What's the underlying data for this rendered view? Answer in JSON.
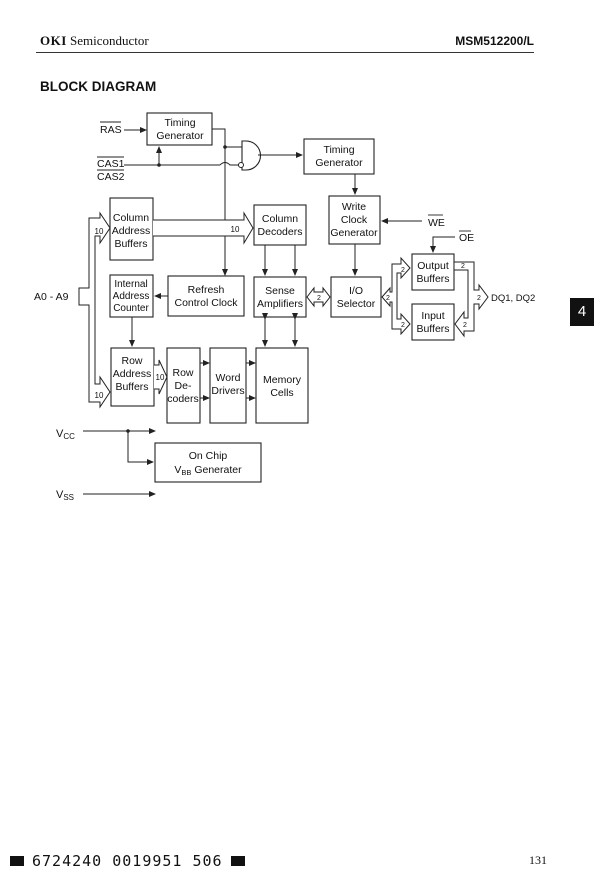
{
  "header": {
    "brand": "OKI",
    "brand_suffix": "Semiconductor",
    "part_number": "MSM512200/L"
  },
  "section_title": "BLOCK DIAGRAM",
  "diagram": {
    "blocks": {
      "timing_gen_1": [
        "Timing",
        "Generator"
      ],
      "timing_gen_2": [
        "Timing",
        "Generator"
      ],
      "write_clock": [
        "Write",
        "Clock",
        "Generator"
      ],
      "column_addr_buf": [
        "Column",
        "Address",
        "Buffers"
      ],
      "column_decoders": [
        "Column",
        "Decoders"
      ],
      "internal_addr_counter": [
        "Internal",
        "Address",
        "Counter"
      ],
      "refresh_control": [
        "Refresh",
        "Control Clock"
      ],
      "sense_amps": [
        "Sense",
        "Amplifiers"
      ],
      "io_selector": [
        "I/O",
        "Selector"
      ],
      "output_buffers": [
        "Output",
        "Buffers"
      ],
      "input_buffers": [
        "Input",
        "Buffers"
      ],
      "row_addr_buf": [
        "Row",
        "Address",
        "Buffers"
      ],
      "row_decoders": [
        "Row",
        "De-",
        "coders"
      ],
      "word_drivers": [
        "Word",
        "Drivers"
      ],
      "memory_cells": [
        "Memory",
        "Cells"
      ],
      "vbb_gen_line1": "On Chip",
      "vbb_gen_line2_main": "V",
      "vbb_gen_line2_sub": "BB",
      "vbb_gen_line2_rest": " Generater"
    },
    "signals": {
      "ras": "RAS",
      "cas1": "CAS1",
      "cas2": "CAS2",
      "we": "WE",
      "oe": "OE",
      "address": "A0 - A9",
      "dq": "DQ1, DQ2",
      "vcc_main": "V",
      "vcc_sub": "CC",
      "vss_main": "V",
      "vss_sub": "SS"
    },
    "bus_widths": {
      "col_in": "10",
      "col_out": "10",
      "row_in": "10",
      "row_out": "10",
      "sense_io": "2",
      "io_buf": "2",
      "to_out": "2",
      "to_in": "2",
      "out_dq": "2",
      "dq": "2",
      "dq_in": "2"
    }
  },
  "side_tab": "4",
  "footer": {
    "barcode_text": "6724240 0019951 506",
    "page_number": "131"
  }
}
